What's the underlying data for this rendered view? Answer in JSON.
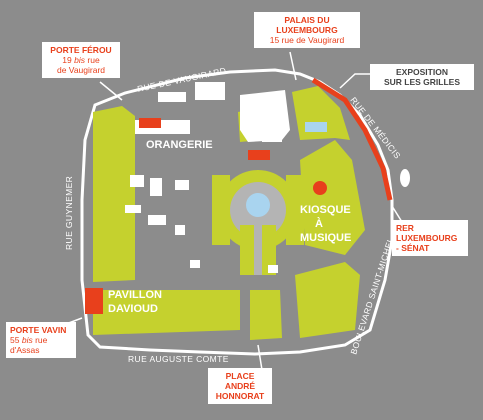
{
  "colors": {
    "background": "#8c8c8c",
    "park_outline": "#ffffff",
    "lawn": "#c5d12e",
    "building": "#ffffff",
    "accent": "#e8401c",
    "fountain": "#a9d4ef",
    "path": "#b4b4b4"
  },
  "streets": {
    "vaugirard": "RUE DE VAUGIRARD",
    "medicis": "RUE DE MÉDICIS",
    "guynemer": "RUE GUYNEMER",
    "auguste_comte": "RUE AUGUSTE COMTE",
    "saint_michel": "BOULEVARD SAINT-MICHEL"
  },
  "places": {
    "orangerie": "ORANGERIE",
    "kiosque": [
      "KIOSQUE",
      "À",
      "MUSIQUE"
    ],
    "pavillon": [
      "PAVILLON",
      "DAVIOUD"
    ]
  },
  "callouts": {
    "porte_ferou": {
      "title": "PORTE FÉROU",
      "line1_num": "19",
      "line1_bis": "bis",
      "line1_rest": "rue",
      "line2": "de Vaugirard"
    },
    "palais": {
      "title1": "PALAIS DU",
      "title2": "LUXEMBOURG",
      "sub": "15 rue de Vaugirard"
    },
    "exposition": {
      "line1": "EXPOSITION",
      "line2": "SUR LES GRILLES"
    },
    "rer": {
      "line1": "RER",
      "line2": "LUXEMBOURG",
      "line3": "- SÉNAT"
    },
    "porte_vavin": {
      "title": "PORTE VAVIN",
      "line1_num": "55",
      "line1_bis": "bis",
      "line1_rest": "rue",
      "line2": "d'Assas"
    },
    "place_honnorat": {
      "line1": "PLACE",
      "line2": "ANDRÉ",
      "line3": "HONNORAT"
    }
  }
}
